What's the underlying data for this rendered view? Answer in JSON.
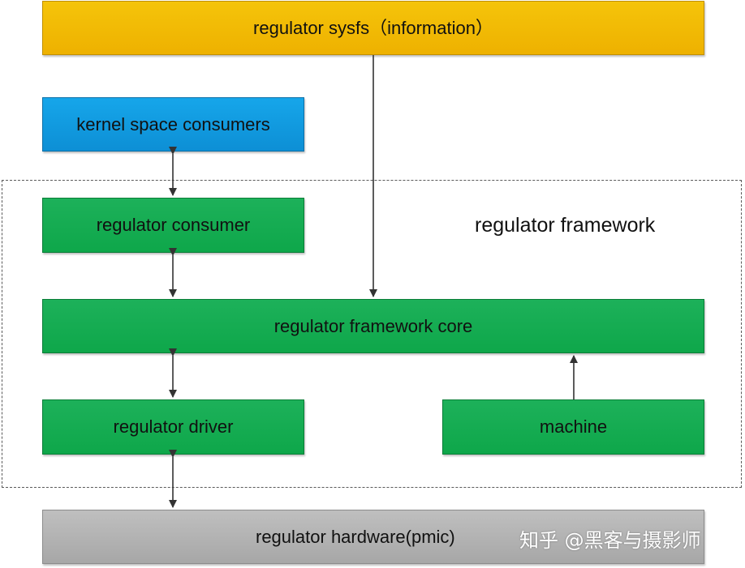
{
  "diagram": {
    "nodes": {
      "sysfs": "regulator sysfs（information）",
      "kernel_consumers": "kernel space consumers",
      "regulator_consumer": "regulator consumer",
      "framework_core": "regulator framework core",
      "regulator_driver": "regulator driver",
      "machine": "machine",
      "hardware": "regulator hardware(pmic)"
    },
    "framework_label": "regulator framework",
    "watermark": "知乎 @黑客与摄影师",
    "edges": [
      {
        "from": "sysfs",
        "to": "framework_core",
        "direction": "one-way"
      },
      {
        "from": "kernel_consumers",
        "to": "regulator_consumer",
        "direction": "two-way"
      },
      {
        "from": "regulator_consumer",
        "to": "framework_core",
        "direction": "two-way"
      },
      {
        "from": "framework_core",
        "to": "regulator_driver",
        "direction": "two-way"
      },
      {
        "from": "machine",
        "to": "framework_core",
        "direction": "one-way"
      },
      {
        "from": "regulator_driver",
        "to": "hardware",
        "direction": "two-way"
      }
    ]
  },
  "colors": {
    "sysfs": "#f2b705",
    "kernel_consumers": "#119ee1",
    "framework": "#13aa4f",
    "hardware": "#b3b3b3",
    "region_border": "#5a5a5a"
  }
}
